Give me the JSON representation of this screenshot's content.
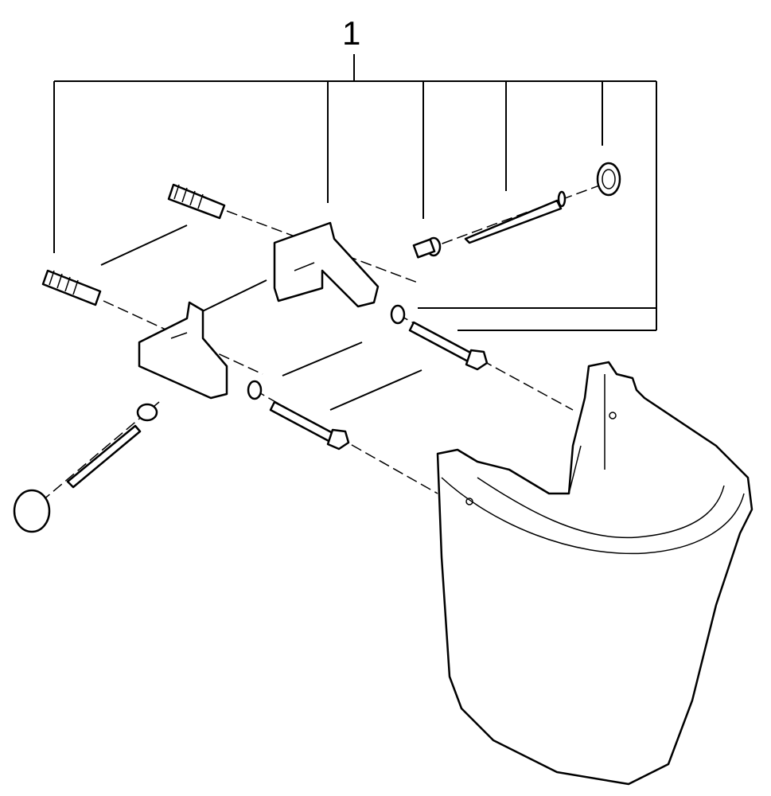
{
  "diagram": {
    "callout_number": "1",
    "parts": [
      "wall-plug",
      "wall-plug",
      "angle-bracket",
      "angle-bracket",
      "spacer",
      "spacer",
      "screw",
      "screw",
      "bolt",
      "bolt",
      "washer",
      "washer",
      "cover-cap",
      "cover-cap",
      "pedestal"
    ]
  }
}
